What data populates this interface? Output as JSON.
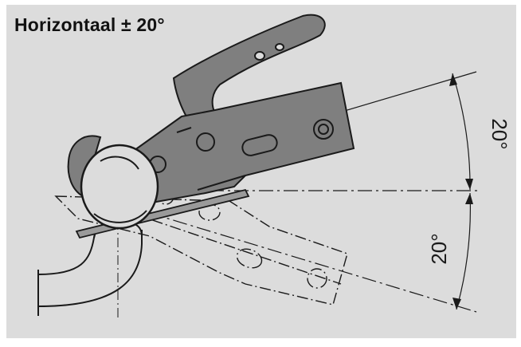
{
  "title": "Horizontaal ± 20°",
  "angle_upper": "20°",
  "angle_lower": "20°",
  "colors": {
    "background": "#dcdcdc",
    "coupling_fill": "#7f7f7f",
    "line": "#1a1a1a"
  }
}
